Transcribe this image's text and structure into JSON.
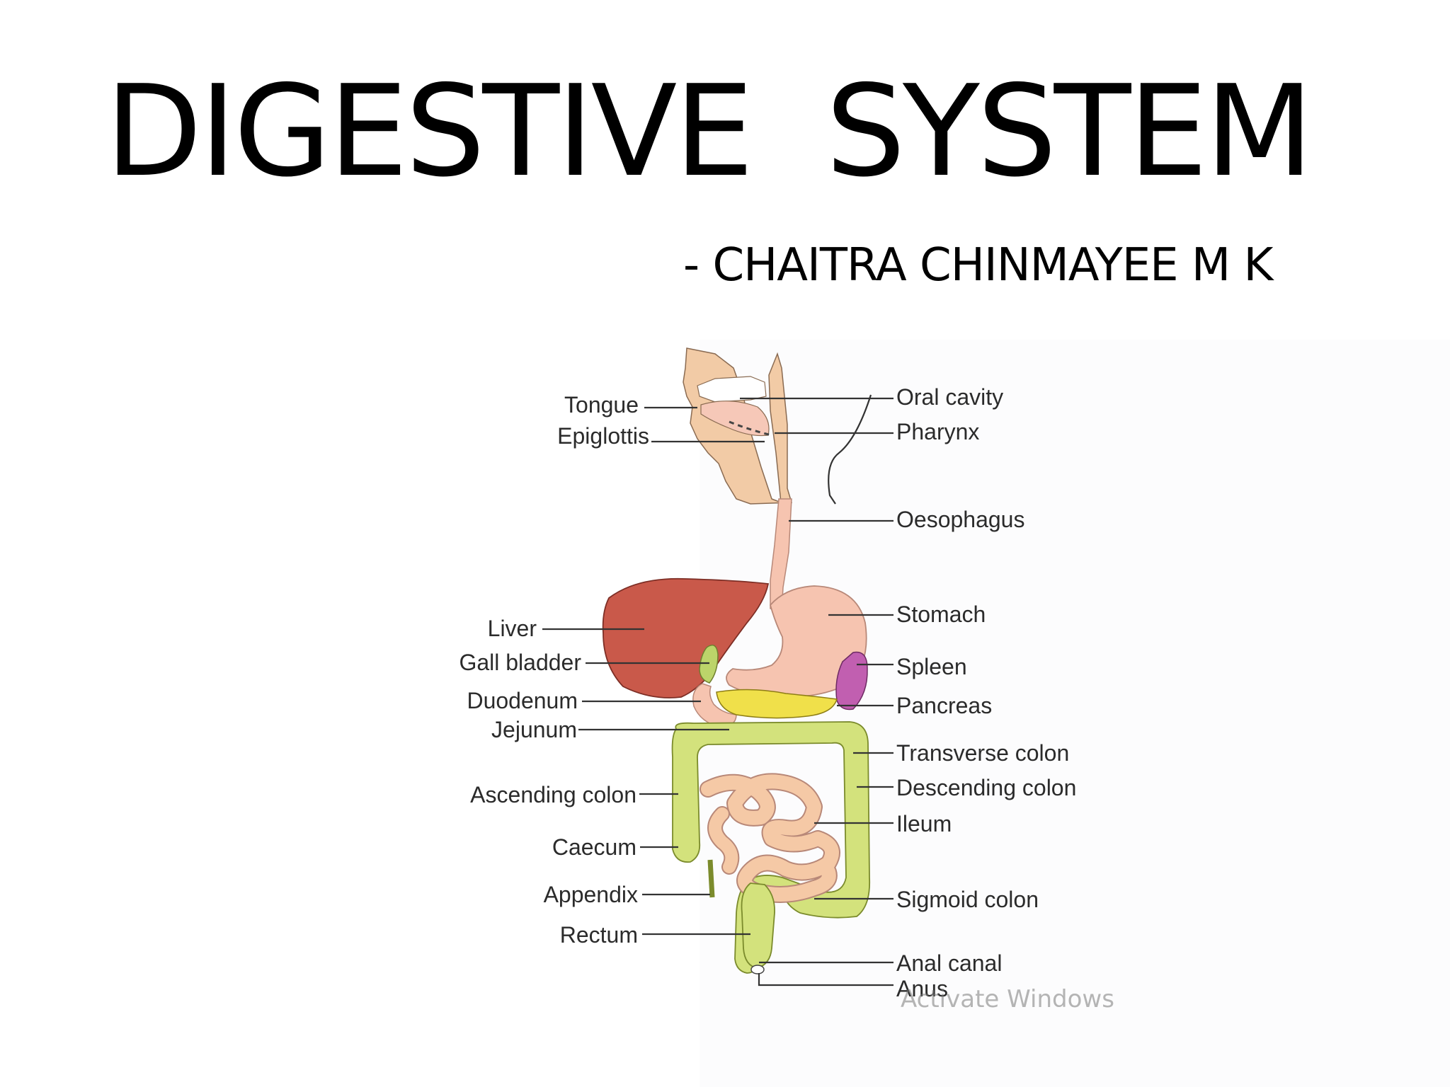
{
  "slide": {
    "title": "DIGESTIVE  SYSTEM",
    "author": "- CHAITRA CHINMAYEE M K"
  },
  "diagram": {
    "labels_left": {
      "tongue": "Tongue",
      "epiglottis": "Epiglottis",
      "liver": "Liver",
      "gall_bladder": "Gall bladder",
      "duodenum": "Duodenum",
      "jejunum": "Jejunum",
      "ascending_colon": "Ascending colon",
      "caecum": "Caecum",
      "appendix": "Appendix",
      "rectum": "Rectum"
    },
    "labels_right": {
      "oral_cavity": "Oral cavity",
      "pharynx": "Pharynx",
      "oesophagus": "Oesophagus",
      "stomach": "Stomach",
      "spleen": "Spleen",
      "pancreas": "Pancreas",
      "transverse_colon": "Transverse colon",
      "descending_colon": "Descending colon",
      "ileum": "Ileum",
      "sigmoid_colon": "Sigmoid colon",
      "anal_canal": "Anal canal",
      "anus": "Anus"
    },
    "colors": {
      "skin": "#f2cba6",
      "liver": "#c9594a",
      "stomach": "#f6c4b0",
      "gall_bladder": "#bcd46a",
      "pancreas": "#f0e04a",
      "spleen": "#c15fb0",
      "colon": "#d3e27c",
      "small_intestine": "#f5c9a6"
    }
  },
  "watermark": "Activate Windows"
}
